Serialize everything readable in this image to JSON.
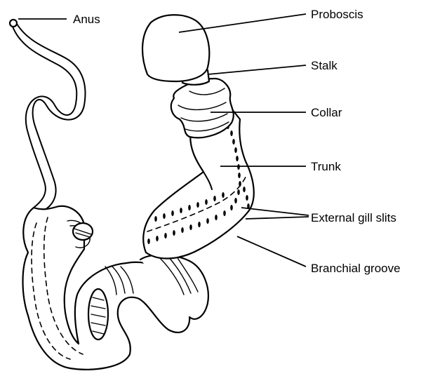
{
  "labels": {
    "anus": "Anus",
    "proboscis": "Proboscis",
    "stalk": "Stalk",
    "collar": "Collar",
    "trunk": "Trunk",
    "external_gill_slits": "External gill slits",
    "branchial_groove": "Branchial groove"
  },
  "colors": {
    "stroke": "#000000",
    "background": "#ffffff"
  }
}
